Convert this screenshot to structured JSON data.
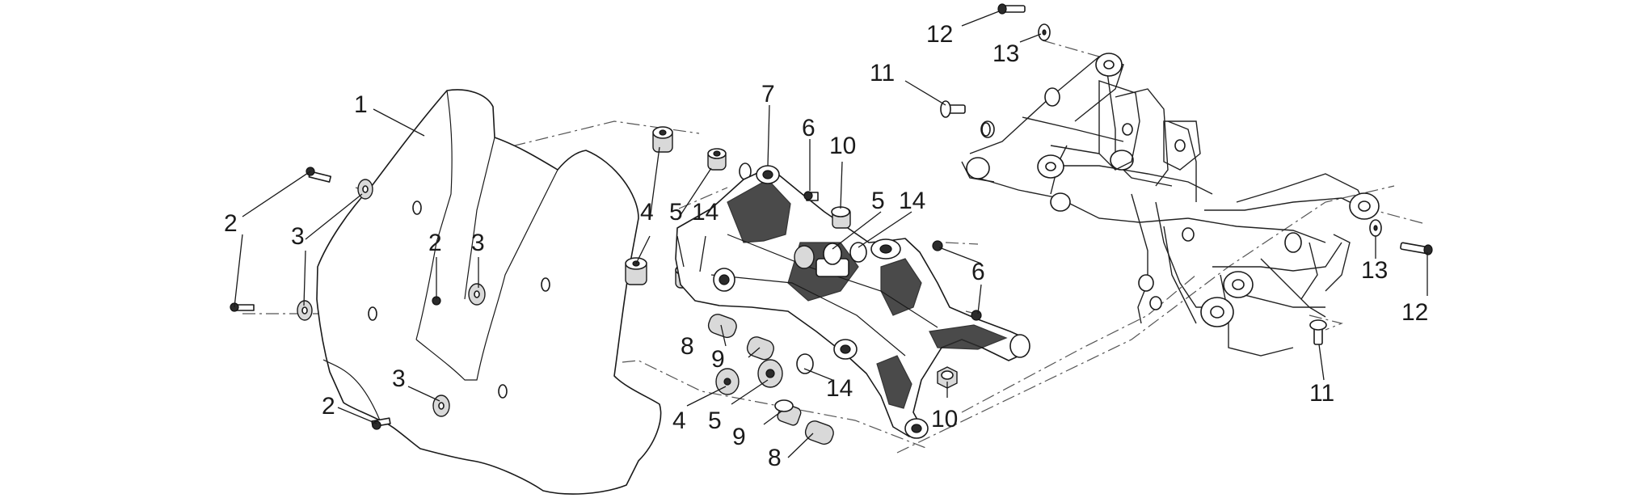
{
  "callouts": [
    {
      "id": "c1",
      "text": "1"
    },
    {
      "id": "c2a",
      "text": "2"
    },
    {
      "id": "c2b",
      "text": "2"
    },
    {
      "id": "c2c",
      "text": "2"
    },
    {
      "id": "c3a",
      "text": "3"
    },
    {
      "id": "c3b",
      "text": "3"
    },
    {
      "id": "c3c",
      "text": "3"
    },
    {
      "id": "c4a",
      "text": "4"
    },
    {
      "id": "c4b",
      "text": "4"
    },
    {
      "id": "c5a",
      "text": "5"
    },
    {
      "id": "c5b",
      "text": "5"
    },
    {
      "id": "c5c",
      "text": "5"
    },
    {
      "id": "c6a",
      "text": "6"
    },
    {
      "id": "c6b",
      "text": "6"
    },
    {
      "id": "c7",
      "text": "7"
    },
    {
      "id": "c8a",
      "text": "8"
    },
    {
      "id": "c8b",
      "text": "8"
    },
    {
      "id": "c9a",
      "text": "9"
    },
    {
      "id": "c9b",
      "text": "9"
    },
    {
      "id": "c10a",
      "text": "10"
    },
    {
      "id": "c10b",
      "text": "10"
    },
    {
      "id": "c11a",
      "text": "11"
    },
    {
      "id": "c11b",
      "text": "11"
    },
    {
      "id": "c12a",
      "text": "12"
    },
    {
      "id": "c12b",
      "text": "12"
    },
    {
      "id": "c13a",
      "text": "13"
    },
    {
      "id": "c13b",
      "text": "13"
    },
    {
      "id": "c14a",
      "text": "14"
    },
    {
      "id": "c14b",
      "text": "14"
    },
    {
      "id": "c14c",
      "text": "14"
    }
  ]
}
